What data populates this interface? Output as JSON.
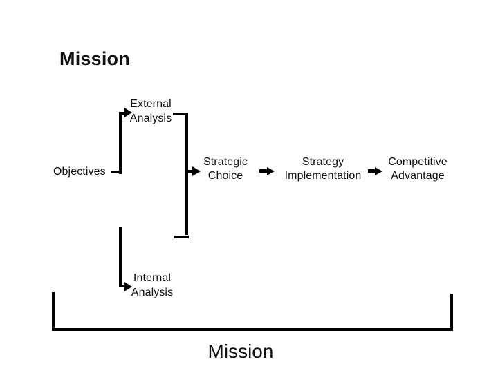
{
  "slide": {
    "top_title": "Mission",
    "bottom_title": "Mission",
    "nodes": {
      "external_analysis": {
        "line1": "External",
        "line2": "Analysis"
      },
      "objectives": {
        "label": "Objectives"
      },
      "internal_analysis": {
        "line1": "Internal",
        "line2": "Analysis"
      },
      "strategic_choice": {
        "line1": "Strategic",
        "line2": "Choice"
      },
      "strategy_implementation": {
        "line1": "Strategy",
        "line2": "Implementation"
      },
      "competitive_advantage": {
        "line1": "Competitive",
        "line2": "Advantage"
      }
    },
    "connectors": {
      "flow": "Objectives -> External Analysis / Internal Analysis -> Strategic Choice -> Strategy Implementation -> Competitive Advantage",
      "bottom_bracket_label": "Mission"
    },
    "colors": {
      "background": "#ffffff",
      "line": "#000000",
      "text": "#111111"
    }
  }
}
